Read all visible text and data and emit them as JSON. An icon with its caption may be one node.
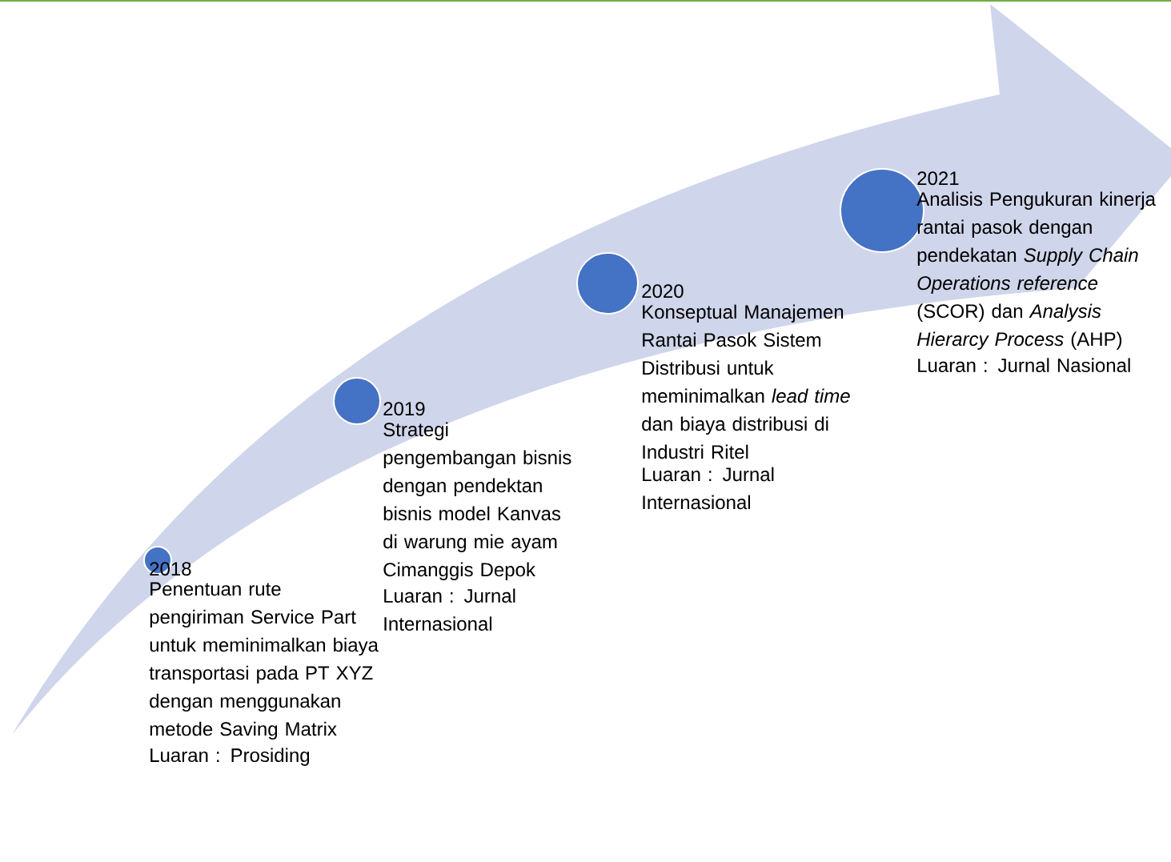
{
  "diagram": {
    "nodes": [
      {
        "text": [
          "2018",
          "Penentuan rute pengiriman Service Part untuk meminimalkan biaya transportasi pada PT XYZ dengan menggunakan metode Saving Matrix",
          "Luaran : Prosiding"
        ]
      },
      {
        "text": [
          "2019",
          "Strategi pengembangan bisnis dengan pendektan bisnis model Kanvas di warung mie ayam Cimanggis Depok",
          "Luaran : Jurnal Internasional"
        ]
      },
      {
        "text": [
          "2020",
          "Konseptual Manajemen Rantai Pasok Sistem Distribusi untuk meminimalkan *lead time* dan biaya distribusi di Industri Ritel",
          "Luaran : Jurnal Internasional"
        ]
      },
      {
        "text": [
          "2021",
          "Analisis Pengukuran kinerja rantai pasok dengan pendekatan *Supply Chain Operations reference* (SCOR) dan *Analysis Hierarcy Process* (AHP)",
          "Luaran : Jurnal Nasional"
        ]
      }
    ]
  }
}
